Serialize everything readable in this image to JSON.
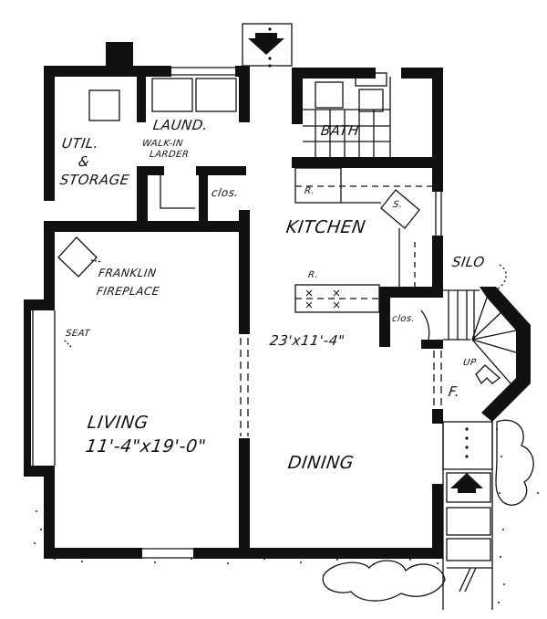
{
  "plan": {
    "type": "floor-plan",
    "colors": {
      "wall": "#111111",
      "background": "#ffffff",
      "line": "#111111"
    },
    "rooms": [
      {
        "id": "util",
        "line1": "UTIL.",
        "line2": "&",
        "line3": "STORAGE"
      },
      {
        "id": "laundry",
        "label": "LAUND."
      },
      {
        "id": "larder",
        "line1": "WALK-IN",
        "line2": "LARDER"
      },
      {
        "id": "closet-top",
        "label": "clos."
      },
      {
        "id": "bath",
        "label": "BATH"
      },
      {
        "id": "kitchen",
        "label": "KITCHEN",
        "dimensions": "23'x11'-4\""
      },
      {
        "id": "silo",
        "label": "SILO"
      },
      {
        "id": "closet-silo",
        "label": "clos."
      },
      {
        "id": "living",
        "label": "LIVING",
        "dimensions": "11'-4\"x19'-0\""
      },
      {
        "id": "dining",
        "label": "DINING"
      }
    ],
    "fixtures": {
      "fireplace_line1": "FRANKLIN",
      "fireplace_line2": "FIREPLACE",
      "seat": "SEAT",
      "refrigerator_top": "R.",
      "range": "R.",
      "sink": "S.",
      "stair_up": "UP",
      "fireplace_marker": "F."
    }
  }
}
